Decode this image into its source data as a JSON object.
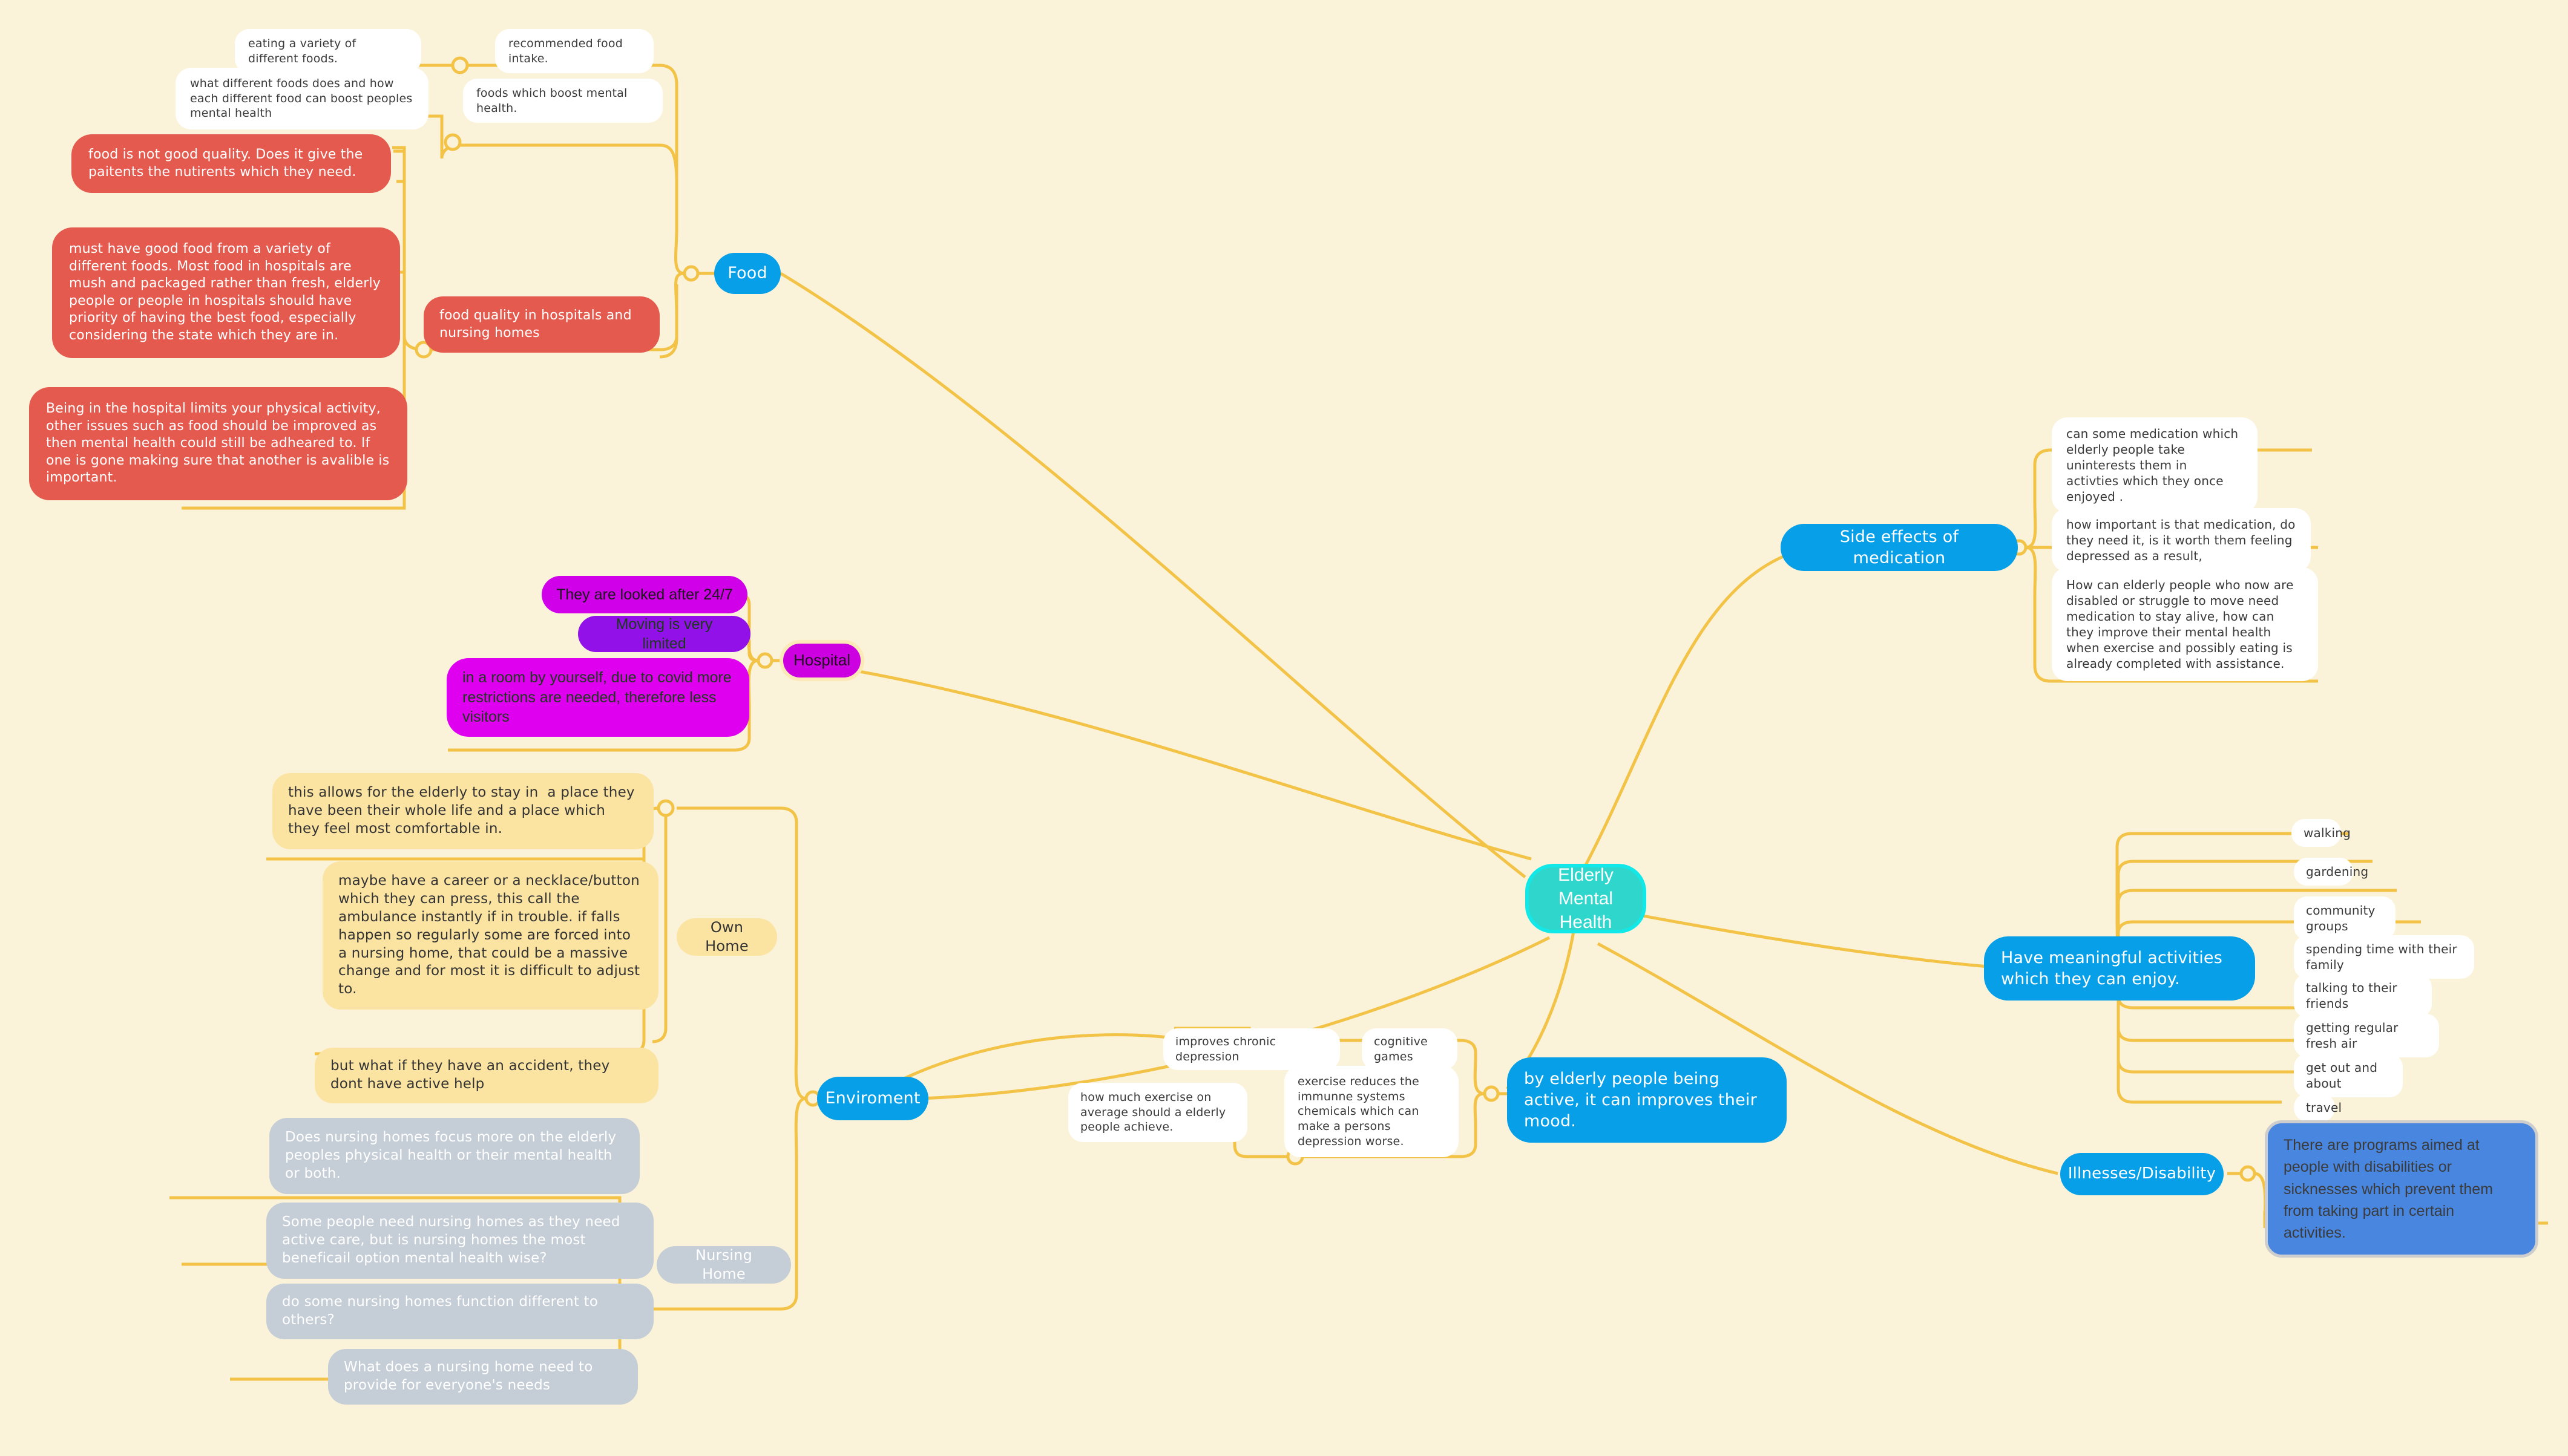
{
  "map": {
    "title": "Elderly Mental Health",
    "background_color": "#FAF3D9",
    "edge_color": "#F2C347",
    "center_fill": "#2ED6CB",
    "center_border": "#12E8E8"
  },
  "center": {
    "label": "Elderly Mental\nHealth"
  },
  "branches": {
    "food": {
      "label": "Food",
      "color": "#069FE8",
      "children": [
        {
          "label": "eating a variety of different foods.",
          "color": "#FFFFFF"
        },
        {
          "label": "recommended food intake.",
          "color": "#FFFFFF"
        },
        {
          "label": "what different foods does and how each different food can boost peoples mental health",
          "color": "#FFFFFF"
        },
        {
          "label": "foods which boost mental health.",
          "color": "#FFFFFF"
        },
        {
          "label": "food is not good quality. Does it give the paitents the nutirents which they need.",
          "color": "#E55A4E"
        },
        {
          "label": "must have good food from a variety of different foods. Most food in hospitals are mush and packaged rather than fresh, elderly people or people in hospitals should have priority of having the best food, especially considering the state which they are in.",
          "color": "#E55A4E"
        },
        {
          "label": "Being in the hospital limits your physical activity, other issues such as food should be improved as then mental health could still be adheared to. If one is gone making sure that another is avalible is important.",
          "color": "#E55A4E"
        },
        {
          "label": "food quality in hospitals and nursing homes",
          "color": "#E55A4E"
        }
      ]
    },
    "hospital": {
      "label": "Hospital",
      "color": "#CC00E0",
      "children": [
        {
          "label": "They are looked after 24/7",
          "color": "#D000E8"
        },
        {
          "label": "Moving is very limited",
          "color": "#9111E8"
        },
        {
          "label": "in a room by yourself, due to covid more restrictions are needed, therefore less visitors",
          "color": "#E000F0"
        }
      ]
    },
    "environment": {
      "label": "Enviroment",
      "color": "#069FE8",
      "own_home": {
        "label": "Own Home",
        "color": "#FBE3A2",
        "children": [
          {
            "label": "this allows for the elderly to stay in  a place they have been their whole life and a place which they feel most comfortable in.",
            "color": "#FBE3A2"
          },
          {
            "label": "maybe have a career or a necklace/button which they can press, this call the ambulance instantly if in trouble. if falls happen so regularly some are forced into a nursing home, that could be a massive change and for most it is difficult to adjust to.",
            "color": "#FBE3A2"
          },
          {
            "label": "but what if they have an accident, they dont have active help",
            "color": "#FBE3A2"
          }
        ]
      },
      "nursing_home": {
        "label": "Nursing Home",
        "color": "#C5CDD6",
        "children": [
          {
            "label": "Does nursing homes focus more on the elderly peoples physical health or their mental health or both.",
            "color": "#C5CDD6"
          },
          {
            "label": "Some people need nursing homes as they need active care, but is nursing homes the most beneficail option mental health wise?",
            "color": "#C5CDD6"
          },
          {
            "label": "do some nursing homes function different to others?",
            "color": "#C5CDD6"
          },
          {
            "label": "What does a nursing home need to provide for everyone's needs",
            "color": "#C5CDD6"
          }
        ]
      }
    },
    "medication": {
      "label": "Side effects of medication",
      "color": "#069FE8",
      "children": [
        {
          "label": "can some medication which elderly people take uninterests them in activties which they once enjoyed .",
          "color": "#FFFFFF"
        },
        {
          "label": "how important is that medication, do they need it, is it worth them feeling depressed as a result,",
          "color": "#FFFFFF"
        },
        {
          "label": "How can elderly people who now are disabled or struggle to move need medication to stay alive, how can they improve their mental health when exercise and possibly eating is already completed with assistance.",
          "color": "#FFFFFF"
        }
      ]
    },
    "activities": {
      "label": "Have meaningful activities which they can enjoy.",
      "color": "#069FE8",
      "children": [
        {
          "label": "walking",
          "color": "#FFFFFF"
        },
        {
          "label": "gardening",
          "color": "#FFFFFF"
        },
        {
          "label": "community groups",
          "color": "#FFFFFF"
        },
        {
          "label": "spending time with their family",
          "color": "#FFFFFF"
        },
        {
          "label": "talking to their friends",
          "color": "#FFFFFF"
        },
        {
          "label": "getting regular fresh air",
          "color": "#FFFFFF"
        },
        {
          "label": "get out and about",
          "color": "#FFFFFF"
        },
        {
          "label": "travel",
          "color": "#FFFFFF"
        }
      ]
    },
    "active": {
      "label": "by elderly people being active, it can improves their mood.",
      "color": "#069FE8",
      "children": [
        {
          "label": "improves chronic depression",
          "color": "#FFFFFF"
        },
        {
          "label": "cognitive games",
          "color": "#FFFFFF"
        },
        {
          "label": "how much exercise on average should a elderly people achieve.",
          "color": "#FFFFFF"
        },
        {
          "label": "exercise reduces the immunne systems chemicals which can make a persons depression worse.",
          "color": "#FFFFFF"
        }
      ]
    },
    "illness": {
      "label": "Illnesses/Disability",
      "color": "#069FE8",
      "children": [
        {
          "label": "There are programs aimed at people with disabilities or sicknesses which prevent them from taking part in certain activities.",
          "color": "#4886E0"
        }
      ]
    }
  }
}
